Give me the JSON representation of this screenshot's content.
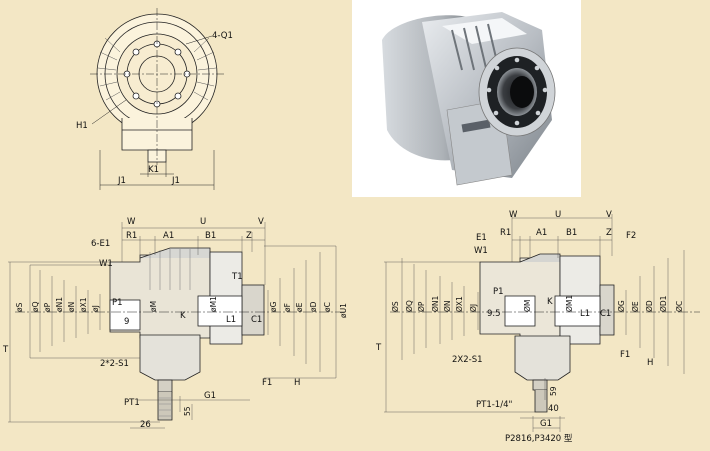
{
  "photo": {
    "caption": ""
  },
  "front_view": {
    "labels": {
      "q1": "4-Q1",
      "h1": "H1",
      "k1": "K1",
      "j1_left": "J1",
      "j1_right": "J1"
    }
  },
  "section_left": {
    "labels": {
      "w": "W",
      "u": "U",
      "v": "V",
      "r1": "R1",
      "a1": "A1",
      "b1": "B1",
      "z": "Z",
      "e1": "6-E1",
      "w1": "W1",
      "t1": "T1",
      "p1": "P1",
      "nine": "9",
      "phi_s": "øS",
      "phi_q": "øQ",
      "phi_p": "øP",
      "phi_n1": "øN1",
      "phi_n": "øN",
      "phi_x1": "øX1",
      "phi_j": "øJ",
      "phi_m": "øM",
      "k": "K",
      "phi_m1": "øM1",
      "l1": "L1",
      "c1": "C1",
      "phi_g": "øG",
      "phi_f": "øF",
      "phi_e": "øE",
      "phi_d": "øD",
      "phi_c": "øC",
      "phi_u1": "øU1",
      "t": "T",
      "s1": "2*2-S1",
      "f1": "F1",
      "h": "H",
      "pt1": "PT1",
      "g1": "G1",
      "d55": "55",
      "d26": "26"
    }
  },
  "section_right": {
    "labels": {
      "w": "W",
      "u": "U",
      "v": "V",
      "e1": "E1",
      "r1": "R1",
      "a1": "A1",
      "b1": "B1",
      "z": "Z",
      "f2": "F2",
      "w1": "W1",
      "p1": "P1",
      "phi_s": "ØS",
      "phi_q": "ØQ",
      "phi_p": "ØP",
      "phi_n1": "ØN1",
      "phi_n": "ØN",
      "phi_x1": "ØX1",
      "phi_j": "ØJ",
      "d95": "9.5",
      "phi_m": "ØM",
      "k": "K",
      "phi_m1": "ØM1",
      "l1": "L1",
      "c1": "C1",
      "phi_g": "ØG",
      "phi_e": "ØE",
      "phi_d": "ØD",
      "phi_d1": "ØD1",
      "phi_c": "ØC",
      "t": "T",
      "s1": "2X2-S1",
      "f1": "F1",
      "h": "H",
      "pt1": "PT1-1/4\"",
      "d59": "59",
      "d40": "40",
      "g1": "G1",
      "model": "P2816,P3420 型"
    }
  }
}
